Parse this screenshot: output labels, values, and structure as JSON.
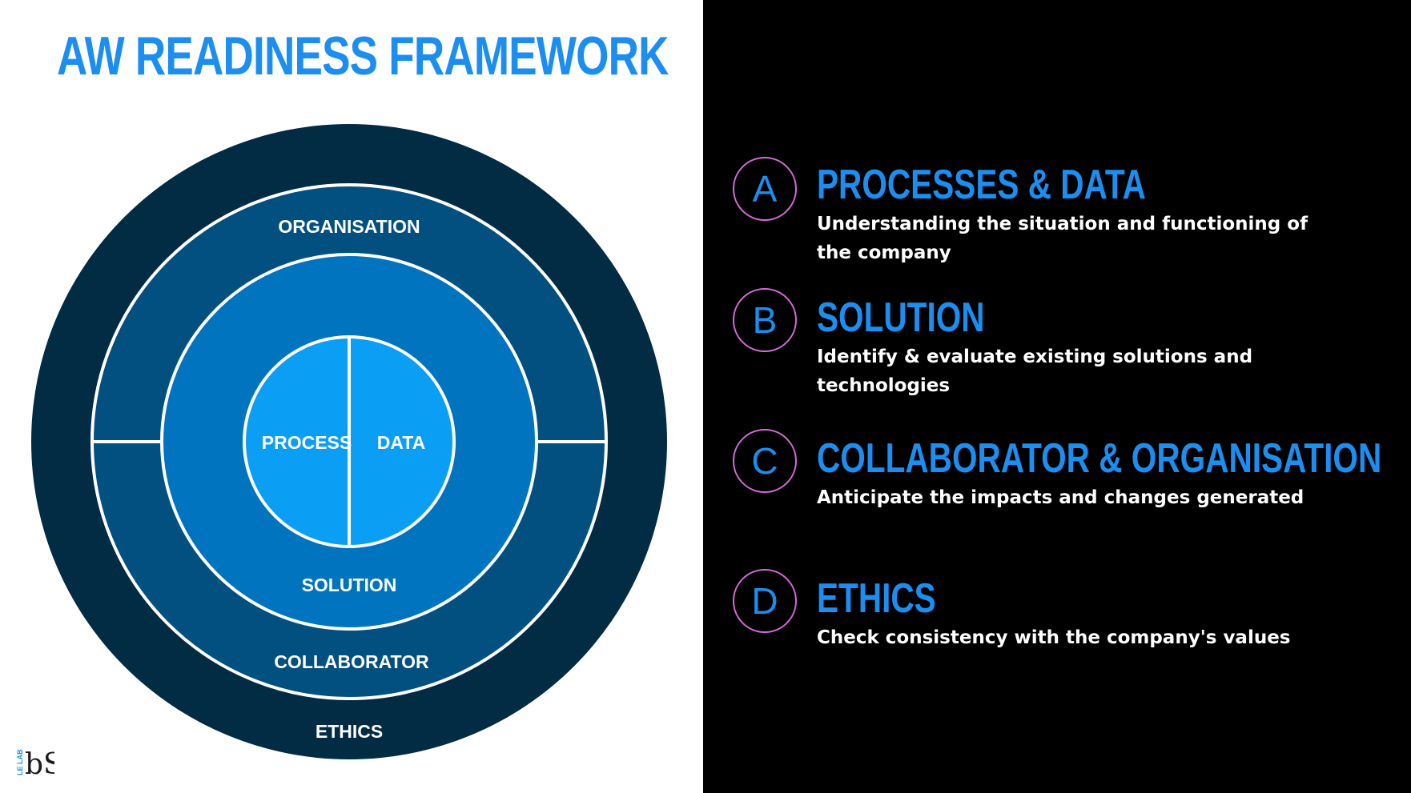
{
  "title": "AW READINESS FRAMEWORK",
  "diagram": {
    "rings": {
      "outer": "ETHICS",
      "second_top": "ORGANISATION",
      "second_bottom": "COLLABORATOR",
      "third": "SOLUTION",
      "core_left": "PROCESS",
      "core_right": "DATA"
    },
    "colors": {
      "outer": "#022b44",
      "second": "#02507f",
      "third": "#0074be",
      "core": "#0b9ef5",
      "stroke": "#ffffff"
    }
  },
  "items": [
    {
      "letter": "A",
      "title": "PROCESSES & DATA",
      "description": "Understanding the situation and functioning of the company"
    },
    {
      "letter": "B",
      "title": "SOLUTION",
      "description": "Identify & evaluate existing solutions and technologies"
    },
    {
      "letter": "C",
      "title": "COLLABORATOR & ORGANISATION",
      "description": "Anticipate the impacts and changes generated"
    },
    {
      "letter": "D",
      "title": "ETHICS",
      "description": "Check consistency with the company's values"
    }
  ],
  "logo": {
    "mark": "bS",
    "caption": "LE LAB"
  }
}
